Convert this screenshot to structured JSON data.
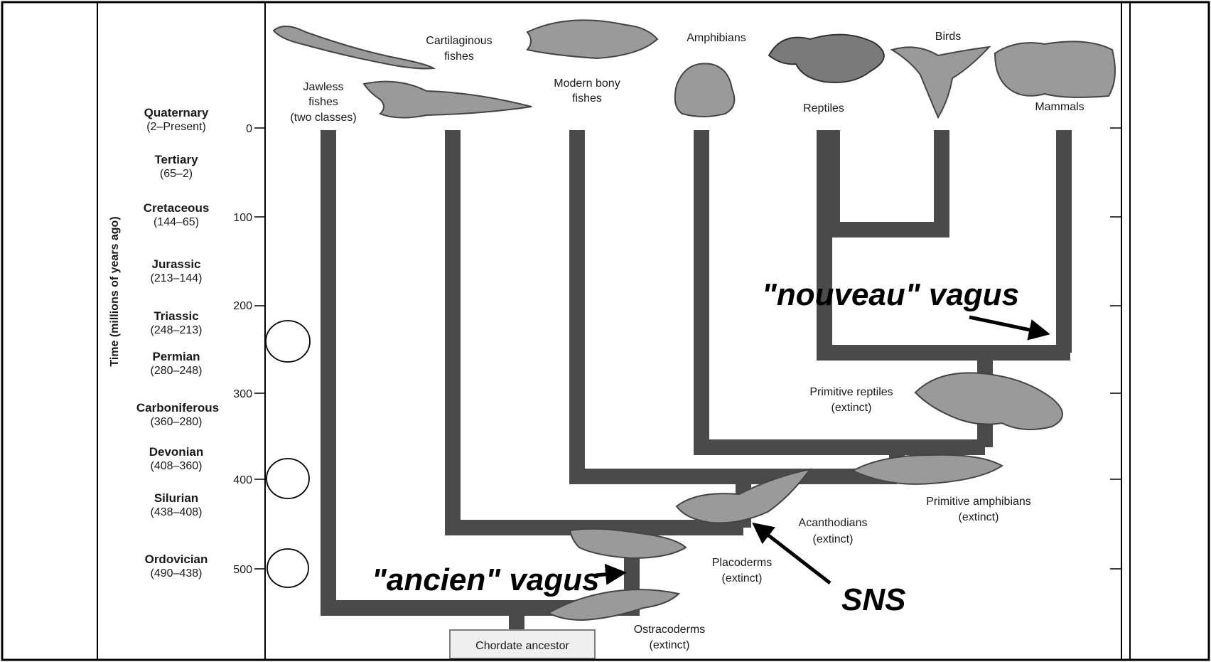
{
  "axis": {
    "title": "Time (millions of years ago)",
    "ticks": [
      "0",
      "100",
      "200",
      "300",
      "400",
      "500"
    ]
  },
  "eras": [
    {
      "name": "Quaternary",
      "range": "(2–Present)"
    },
    {
      "name": "Tertiary",
      "range": "(65–2)"
    },
    {
      "name": "Cretaceous",
      "range": "(144–65)"
    },
    {
      "name": "Jurassic",
      "range": "(213–144)"
    },
    {
      "name": "Triassic",
      "range": "(248–213)"
    },
    {
      "name": "Permian",
      "range": "(280–248)"
    },
    {
      "name": "Carboniferous",
      "range": "(360–280)"
    },
    {
      "name": "Devonian",
      "range": "(408–360)"
    },
    {
      "name": "Silurian",
      "range": "(438–408)"
    },
    {
      "name": "Ordovician",
      "range": "(490–438)"
    }
  ],
  "taxa": {
    "jawless": [
      "Jawless",
      "fishes",
      "(two classes)"
    ],
    "cartilaginous": [
      "Cartilaginous",
      "fishes"
    ],
    "bony": [
      "Modern bony",
      "fishes"
    ],
    "amphibians": [
      "Amphibians"
    ],
    "reptiles": [
      "Reptiles"
    ],
    "birds": [
      "Birds"
    ],
    "mammals": [
      "Mammals"
    ],
    "primitive_reptiles": [
      "Primitive reptiles",
      "(extinct)"
    ],
    "primitive_amphibians": [
      "Primitive amphibians",
      "(extinct)"
    ],
    "acanthodians": [
      "Acanthodians",
      "(extinct)"
    ],
    "placoderms": [
      "Placoderms",
      "(extinct)"
    ],
    "ostracoderms": [
      "Ostracoderms",
      "(extinct)"
    ],
    "ancestor": "Chordate ancestor"
  },
  "annotations": {
    "nouveau": "\"nouveau\" vagus",
    "ancien": "\"ancien\" vagus",
    "sns": "SNS"
  },
  "colors": {
    "branch": "#4a4a4a",
    "frame": "#000000"
  }
}
